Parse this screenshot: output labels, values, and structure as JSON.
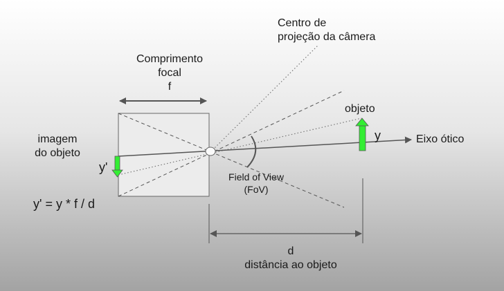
{
  "labels": {
    "centro_line1": "Centro de",
    "centro_line2": "projeção da câmera",
    "comprimento_line1": "Comprimento",
    "comprimento_line2": "focal",
    "comprimento_line3": "f",
    "objeto": "objeto",
    "y": "y",
    "eixo": "Eixo ótico",
    "imagem_line1": "imagem",
    "imagem_line2": "do objeto",
    "y_prime": "y'",
    "fov_line1": "Field of View",
    "fov_line2": "(FoV)",
    "formula": "y' = y * f / d",
    "d": "d",
    "distancia": "distância ao objeto"
  },
  "colors": {
    "arrow_green": "#33ee33",
    "line": "#555555",
    "plane_fill": "#ececec"
  }
}
